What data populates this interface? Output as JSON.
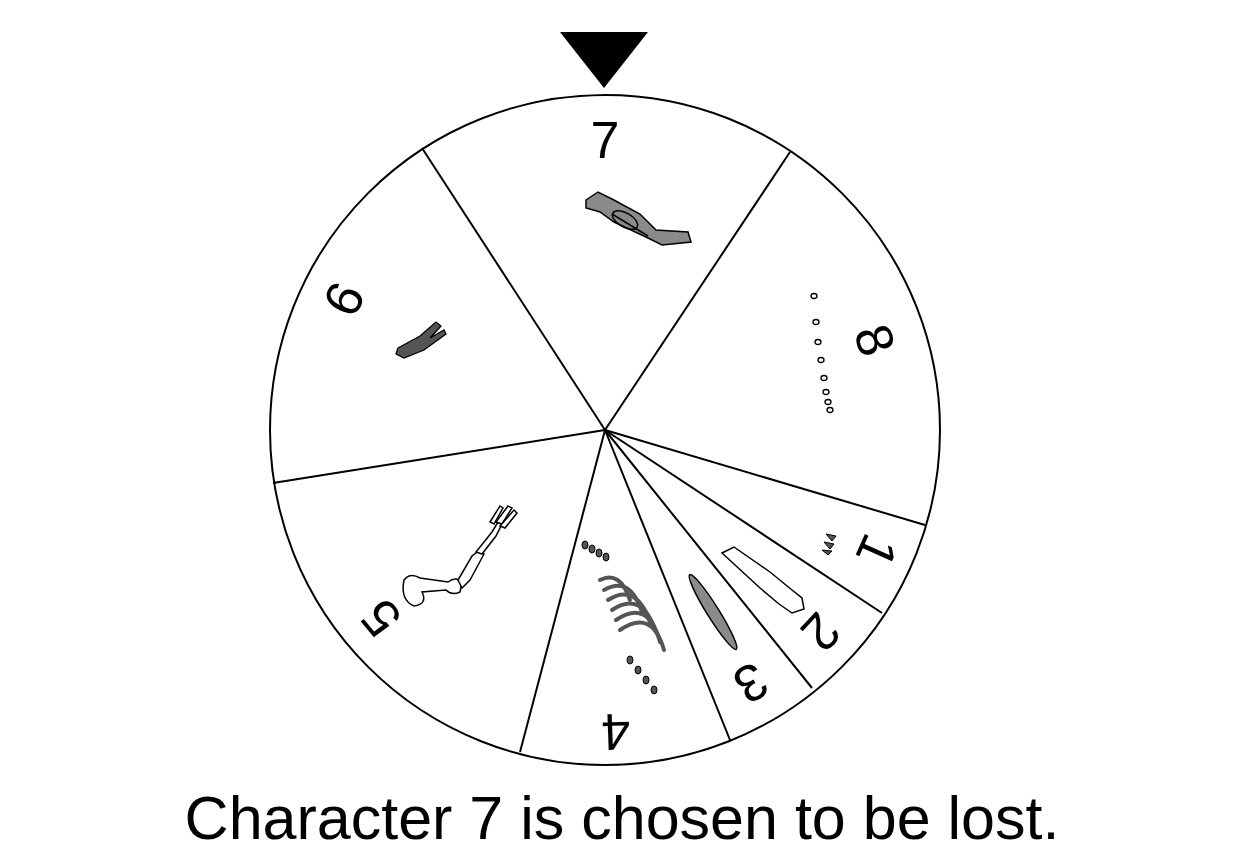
{
  "diagram": {
    "caption": "Character 7 is chosen to be lost.",
    "labels": [
      "7",
      "8",
      "1",
      "2",
      "3",
      "4",
      "5",
      "6"
    ]
  }
}
